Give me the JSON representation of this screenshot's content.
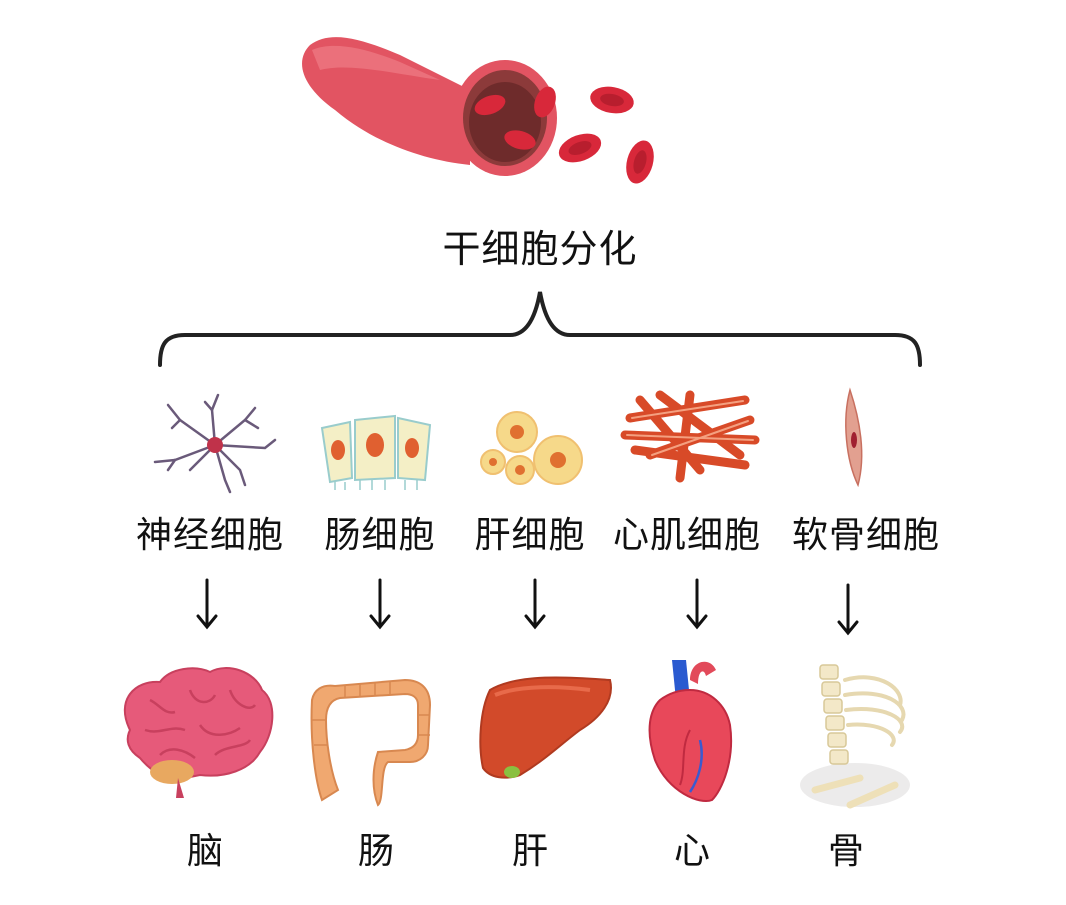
{
  "title": "干细胞分化",
  "cells": [
    {
      "label": "神经细胞",
      "organ": "脑"
    },
    {
      "label": "肠细胞",
      "organ": "肠"
    },
    {
      "label": "肝细胞",
      "organ": "肝"
    },
    {
      "label": "心肌细胞",
      "organ": "心"
    },
    {
      "label": "软骨细胞",
      "organ": "骨"
    }
  ],
  "colors": {
    "vessel": "#e25462",
    "blood_cell": "#d8283a",
    "text": "#111111"
  }
}
